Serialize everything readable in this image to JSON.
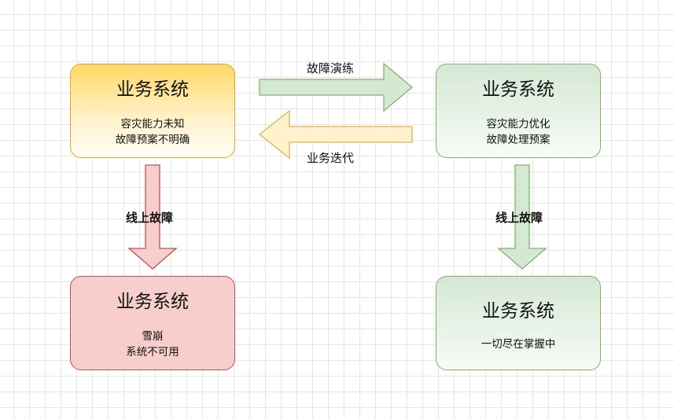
{
  "nodes": {
    "top_left": {
      "title": "业务系统",
      "lines": [
        "容灾能力未知",
        "故障预案不明确"
      ]
    },
    "top_right": {
      "title": "业务系统",
      "lines": [
        "容灾能力优化",
        "故障处理预案"
      ]
    },
    "bottom_left": {
      "title": "业务系统",
      "lines": [
        "雪崩",
        "系统不可用"
      ]
    },
    "bottom_right": {
      "title": "业务系统",
      "lines": [
        "一切尽在掌握中"
      ]
    }
  },
  "edges": {
    "drill": "故障演练",
    "iterate": "业务迭代",
    "incident_left": "线上故障",
    "incident_right": "线上故障"
  },
  "colors": {
    "yellow_fill": "#fff2cc",
    "yellow_stroke": "#d6b656",
    "green_fill": "#d5e8d4",
    "green_stroke": "#82b366",
    "red_fill": "#f8cecc",
    "red_stroke": "#b85450"
  }
}
